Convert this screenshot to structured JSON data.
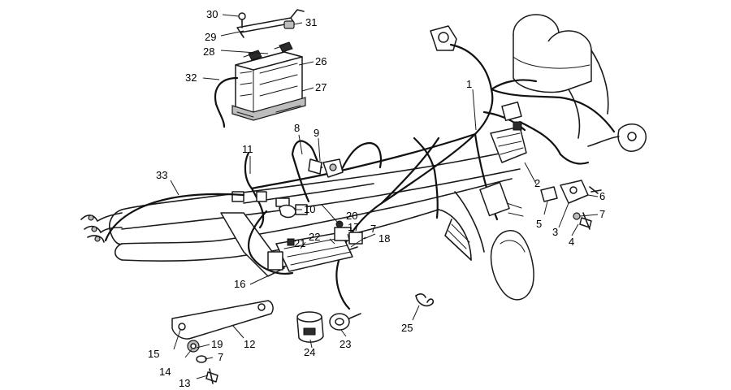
{
  "callouts": [
    {
      "key": "c1",
      "text": "1"
    },
    {
      "key": "c2",
      "text": "2"
    },
    {
      "key": "c3",
      "text": "3"
    },
    {
      "key": "c4",
      "text": "4"
    },
    {
      "key": "c5",
      "text": "5"
    },
    {
      "key": "c6",
      "text": "6"
    },
    {
      "key": "c7a",
      "text": "7"
    },
    {
      "key": "c7b",
      "text": "7"
    },
    {
      "key": "c7c",
      "text": "7"
    },
    {
      "key": "c8",
      "text": "8"
    },
    {
      "key": "c9",
      "text": "9"
    },
    {
      "key": "c10",
      "text": "10"
    },
    {
      "key": "c11",
      "text": "11"
    },
    {
      "key": "c12",
      "text": "12"
    },
    {
      "key": "c13",
      "text": "13"
    },
    {
      "key": "c14",
      "text": "14"
    },
    {
      "key": "c15",
      "text": "15"
    },
    {
      "key": "c16",
      "text": "16"
    },
    {
      "key": "c17",
      "text": "17"
    },
    {
      "key": "c18",
      "text": "18"
    },
    {
      "key": "c19",
      "text": "19"
    },
    {
      "key": "c20",
      "text": "20"
    },
    {
      "key": "c21",
      "text": "21"
    },
    {
      "key": "c22",
      "text": "22"
    },
    {
      "key": "c23",
      "text": "23"
    },
    {
      "key": "c24",
      "text": "24"
    },
    {
      "key": "c25",
      "text": "25"
    },
    {
      "key": "c26",
      "text": "26"
    },
    {
      "key": "c27",
      "text": "27"
    },
    {
      "key": "c28",
      "text": "28"
    },
    {
      "key": "c29",
      "text": "29"
    },
    {
      "key": "c30",
      "text": "30"
    },
    {
      "key": "c31",
      "text": "31"
    },
    {
      "key": "c32",
      "text": "32"
    },
    {
      "key": "c33",
      "text": "33"
    }
  ],
  "colors": {
    "ink": "#1a1a1a",
    "background": "#ffffff"
  }
}
